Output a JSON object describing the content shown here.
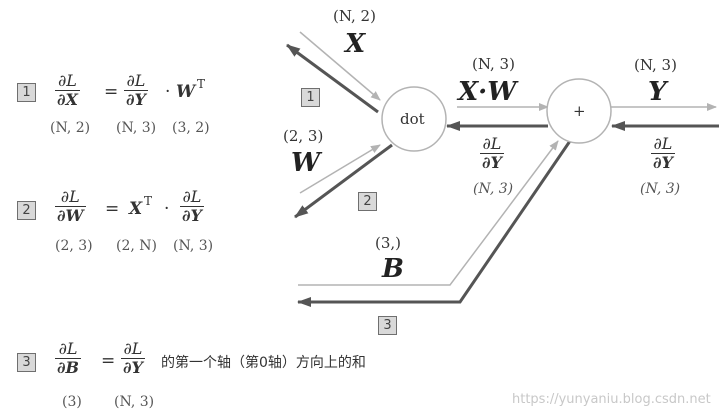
{
  "formula1": {
    "badge": "1",
    "lhs_num": "∂L",
    "lhs_den": "∂X",
    "eq": "=",
    "rhs_num": "∂L",
    "rhs_den": "∂Y",
    "dot": "·",
    "term": "W",
    "sup": "T",
    "dims": [
      "(N, 2)",
      "(N, 3)",
      "(3, 2)"
    ]
  },
  "formula2": {
    "badge": "2",
    "lhs_num": "∂L",
    "lhs_den": "∂W",
    "eq": "=",
    "term": "X",
    "sup": "T",
    "dot": "·",
    "rhs_num": "∂L",
    "rhs_den": "∂Y",
    "dims": [
      "(2, 3)",
      "(2, N)",
      "(N, 3)"
    ]
  },
  "formula3": {
    "badge": "3",
    "lhs_num": "∂L",
    "lhs_den": "∂B",
    "eq": "=",
    "rhs_num": "∂L",
    "rhs_den": "∂Y",
    "text": "的第一个轴（第0轴）方向上的和",
    "dims": [
      "(3)",
      "(N, 3)"
    ]
  },
  "graph": {
    "dot_node": "dot",
    "plus_node": "+",
    "x_shape": "(N, 2)",
    "x_label": "X",
    "w_shape": "(2, 3)",
    "w_label": "W",
    "xw_shape": "(N, 3)",
    "xw_label": "X·W",
    "y_shape": "(N, 3)",
    "y_label": "Y",
    "b_shape": "(3,)",
    "b_label": "B",
    "grad_mid_num": "∂L",
    "grad_mid_den": "∂Y",
    "grad_mid_shape": "(N, 3)",
    "grad_right_num": "∂L",
    "grad_right_den": "∂Y",
    "grad_right_shape": "(N, 3)",
    "badge1": "1",
    "badge2": "2",
    "badge3": "3"
  },
  "watermark": "https://yunyaniu.blog.csdn.net"
}
